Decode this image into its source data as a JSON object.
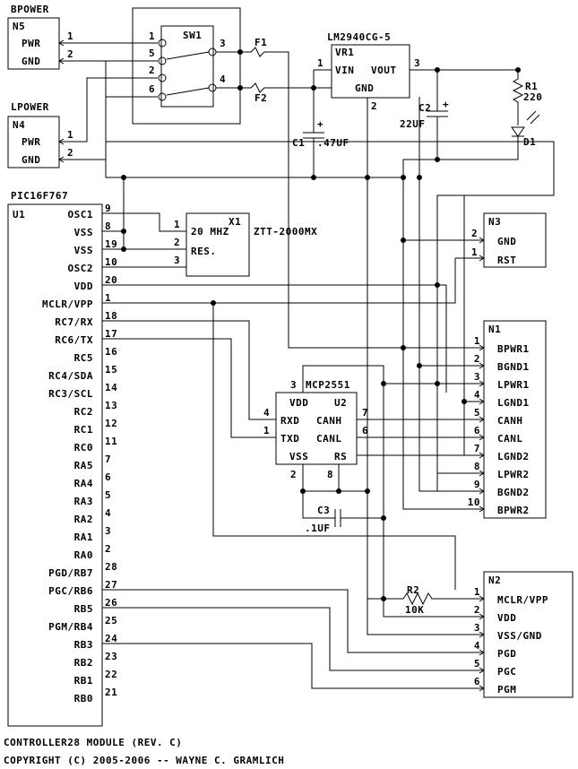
{
  "n5": {
    "group": "BPOWER",
    "ref": "N5",
    "pins": [
      {
        "num": "1",
        "name": "PWR"
      },
      {
        "num": "2",
        "name": "GND"
      }
    ]
  },
  "n4": {
    "group": "LPOWER",
    "ref": "N4",
    "pins": [
      {
        "num": "1",
        "name": "PWR"
      },
      {
        "num": "2",
        "name": "GND"
      }
    ]
  },
  "sw1": {
    "ref": "SW1",
    "pins": [
      "1",
      "5",
      "2",
      "6",
      "3",
      "4"
    ]
  },
  "fuses": {
    "f1": "F1",
    "f2": "F2"
  },
  "vr1": {
    "part": "LM2940CG-5",
    "ref": "VR1",
    "vin": "VIN",
    "vout": "VOUT",
    "gnd": "GND",
    "pin_in": "1",
    "pin_out": "3",
    "pin_gnd": "2"
  },
  "c1": {
    "ref": "C1",
    "value": ".47UF"
  },
  "c2": {
    "ref": "C2",
    "value": "22UF"
  },
  "r1": {
    "ref": "R1",
    "value": "220"
  },
  "d1": {
    "ref": "D1"
  },
  "u1": {
    "part": "PIC16F767",
    "ref": "U1",
    "pins": [
      {
        "name": "OSC1",
        "num": "9"
      },
      {
        "name": "VSS",
        "num": "8"
      },
      {
        "name": "VSS",
        "num": "19"
      },
      {
        "name": "OSC2",
        "num": "10"
      },
      {
        "name": "VDD",
        "num": "20"
      },
      {
        "name": "MCLR/VPP",
        "num": "1"
      },
      {
        "name": "RC7/RX",
        "num": "18"
      },
      {
        "name": "RC6/TX",
        "num": "17"
      },
      {
        "name": "RC5",
        "num": "16"
      },
      {
        "name": "RC4/SDA",
        "num": "15"
      },
      {
        "name": "RC3/SCL",
        "num": "14"
      },
      {
        "name": "RC2",
        "num": "13"
      },
      {
        "name": "RC1",
        "num": "12"
      },
      {
        "name": "RC0",
        "num": "11"
      },
      {
        "name": "RA5",
        "num": "7"
      },
      {
        "name": "RA4",
        "num": "6"
      },
      {
        "name": "RA3",
        "num": "5"
      },
      {
        "name": "RA2",
        "num": "4"
      },
      {
        "name": "RA1",
        "num": "3"
      },
      {
        "name": "RA0",
        "num": "2"
      },
      {
        "name": "PGD/RB7",
        "num": "28"
      },
      {
        "name": "PGC/RB6",
        "num": "27"
      },
      {
        "name": "RB5",
        "num": "26"
      },
      {
        "name": "PGM/RB4",
        "num": "25"
      },
      {
        "name": "RB3",
        "num": "24"
      },
      {
        "name": "RB2",
        "num": "23"
      },
      {
        "name": "RB1",
        "num": "22"
      },
      {
        "name": "RB0",
        "num": "21"
      }
    ]
  },
  "x1": {
    "ref": "X1",
    "freq": "20 MHZ",
    "res": "RES.",
    "part": "ZTT-2000MX",
    "pins": [
      "1",
      "2",
      "3"
    ]
  },
  "n3": {
    "ref": "N3",
    "pins": [
      {
        "num": "2",
        "name": "GND"
      },
      {
        "num": "1",
        "name": "RST"
      }
    ]
  },
  "u2": {
    "part": "MCP2551",
    "ref": "U2",
    "vdd": "VDD",
    "rxd": "RXD",
    "txd": "TXD",
    "canh": "CANH",
    "canl": "CANL",
    "vss": "VSS",
    "rs": "RS",
    "pins": [
      "3",
      "4",
      "1",
      "7",
      "6",
      "2",
      "8"
    ]
  },
  "c3": {
    "ref": "C3",
    "value": ".1UF"
  },
  "n1": {
    "ref": "N1",
    "pins": [
      {
        "num": "1",
        "name": "BPWR1"
      },
      {
        "num": "2",
        "name": "BGND1"
      },
      {
        "num": "3",
        "name": "LPWR1"
      },
      {
        "num": "4",
        "name": "LGND1"
      },
      {
        "num": "5",
        "name": "CANH"
      },
      {
        "num": "6",
        "name": "CANL"
      },
      {
        "num": "7",
        "name": "LGND2"
      },
      {
        "num": "8",
        "name": "LPWR2"
      },
      {
        "num": "9",
        "name": "BGND2"
      },
      {
        "num": "10",
        "name": "BPWR2"
      }
    ]
  },
  "n2": {
    "ref": "N2",
    "pins": [
      {
        "num": "1",
        "name": "MCLR/VPP"
      },
      {
        "num": "2",
        "name": "VDD"
      },
      {
        "num": "3",
        "name": "VSS/GND"
      },
      {
        "num": "4",
        "name": "PGD"
      },
      {
        "num": "5",
        "name": "PGC"
      },
      {
        "num": "6",
        "name": "PGM"
      }
    ]
  },
  "r2": {
    "ref": "R2",
    "value": "10K"
  },
  "footer": {
    "title": "CONTROLLER28 MODULE (REV. C)",
    "copyright": "COPYRIGHT (C) 2005-2006 -- WAYNE C. GRAMLICH"
  }
}
